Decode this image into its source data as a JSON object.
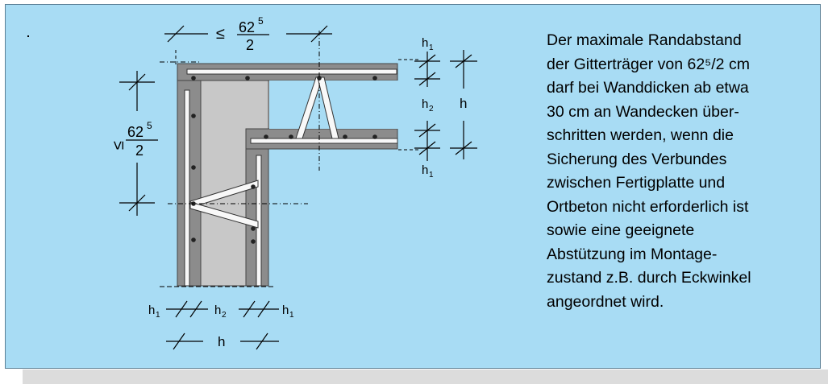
{
  "labels": {
    "top_dim_prefix": "≤",
    "top_dim_num": "62",
    "top_dim_sup": "5",
    "top_dim_den": "2",
    "left_dim_prefix": "≤",
    "left_dim_num": "62",
    "left_dim_sup": "5",
    "left_dim_den": "2",
    "h1_top": "h",
    "h1_top_sub": "1",
    "h2_right": "h",
    "h2_right_sub": "2",
    "h_right": "h",
    "h1_right": "h",
    "h1_right_sub": "1",
    "h1_bottom_left": "h",
    "h1_bottom_left_sub": "1",
    "h2_bottom": "h",
    "h2_bottom_sub": "2",
    "h1_bottom_right": "h",
    "h1_bottom_right_sub": "1",
    "h_bottom": "h"
  },
  "description": {
    "lines": [
      "Der maximale Randabstand",
      "der Gitterträger von 62⁵/2 cm",
      "darf bei Wanddicken ab etwa",
      "30 cm an Wandecken über-",
      "schritten werden, wenn die",
      "Sicherung des Verbundes",
      "zwischen Fertigplatte und",
      "Ortbeton nicht erforderlich ist",
      "sowie eine geeignete",
      "Abstützung im Montage-",
      "zustand z.B. durch Eckwinkel",
      "angeordnet wird."
    ]
  },
  "colors": {
    "background": "#a8dcf4",
    "concrete": "#c8c8c8",
    "precast_plate": "#8c8c8c",
    "bar": "#f8f8f8",
    "line": "#000000"
  }
}
